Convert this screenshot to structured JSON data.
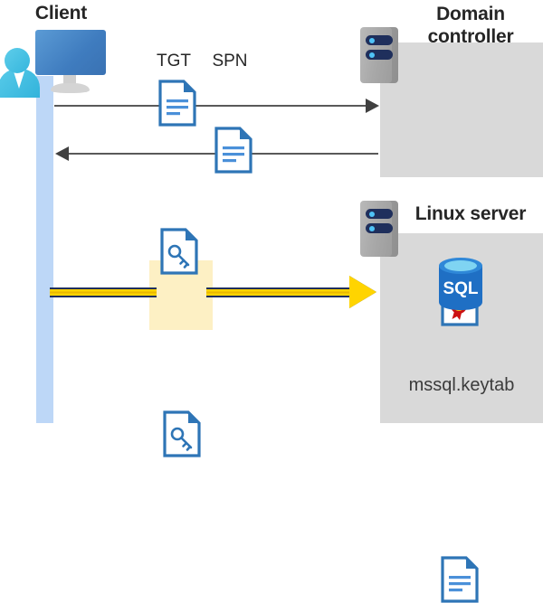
{
  "diagram": {
    "title_client": "Client",
    "title_domain_controller": "Domain\ncontroller",
    "title_domain_controller_line1": "Domain",
    "title_domain_controller_line2": "controller",
    "title_linux_server": "Linux server"
  },
  "labels": {
    "tgt": "TGT",
    "spn": "SPN",
    "keytab_file": "mssql.keytab",
    "sql_text": "SQL"
  },
  "icons": {
    "client": "user-monitor-icon",
    "server": "server-rack-icon",
    "document": "document-icon",
    "key_document": "key-document-icon",
    "certificate": "certificate-document-icon",
    "database": "sql-database-icon"
  },
  "flows": [
    {
      "name": "request",
      "from": "Client",
      "to": "Domain controller",
      "direction": "right",
      "style": "gray",
      "payload": [
        "TGT",
        "SPN"
      ]
    },
    {
      "name": "response",
      "from": "Domain controller",
      "to": "Client",
      "direction": "left",
      "style": "gray",
      "payload": [
        "key-document"
      ]
    },
    {
      "name": "authenticate",
      "from": "Client",
      "to": "Linux server",
      "direction": "right",
      "style": "yellow-highlight",
      "payload": [
        "key-document"
      ]
    }
  ],
  "colors": {
    "panel_gray": "#d9d9d9",
    "lifeline_blue": "#bdd7f7",
    "arrow_gray": "#595959",
    "arrow_yellow": "#ffd400",
    "arrow_yellow_outline": "#1f2f5c",
    "highlight_yellow": "#fdf0c4",
    "doc_blue": "#2e75b6",
    "sql_blue": "#1f6fc4",
    "text_dark": "#262626"
  }
}
